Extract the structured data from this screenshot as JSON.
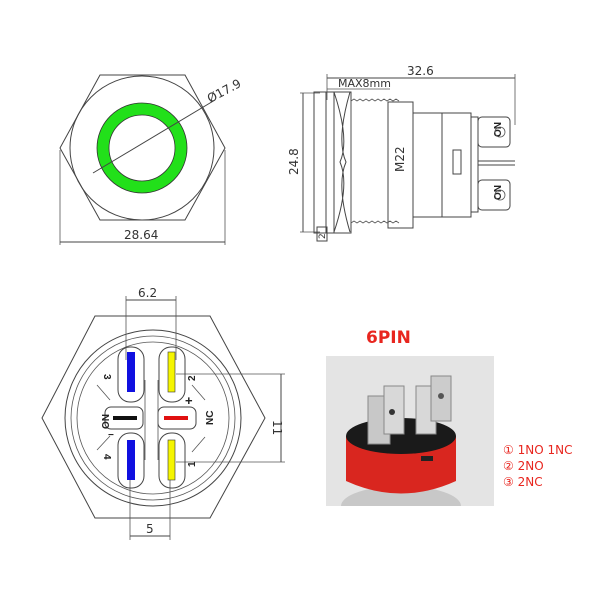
{
  "front_view": {
    "ring_diameter_label": "Ø17.9",
    "width_label": "28.64",
    "ring_color": "#22e01a"
  },
  "side_view": {
    "total_length_label": "32.6",
    "panel_thickness_label": "MAX8mm",
    "height_label": "24.8",
    "thread_label": "M22",
    "bezel_label": "2",
    "terminal_labels": [
      "NO",
      "NO"
    ]
  },
  "bottom_view": {
    "pin_spacing_top_label": "6.2",
    "pin_spacing_bottom_label": "5",
    "pin_height_label": "11",
    "pin_labels": {
      "pin3": "3",
      "pin4": "4",
      "pin2": "2",
      "pin1": "1",
      "no": "NO",
      "nc": "NC",
      "plus": "+",
      "minus": "−"
    },
    "colors": {
      "blue": "#1010e0",
      "yellow": "#f5f500",
      "red": "#e01010",
      "black": "#111111"
    }
  },
  "product_photo": {
    "title": "6PIN",
    "options": [
      {
        "num": "①",
        "text": "1NO 1NC"
      },
      {
        "num": "②",
        "text": "2NO"
      },
      {
        "num": "③",
        "text": "2NC"
      }
    ],
    "accent_color": "#e8261f"
  }
}
